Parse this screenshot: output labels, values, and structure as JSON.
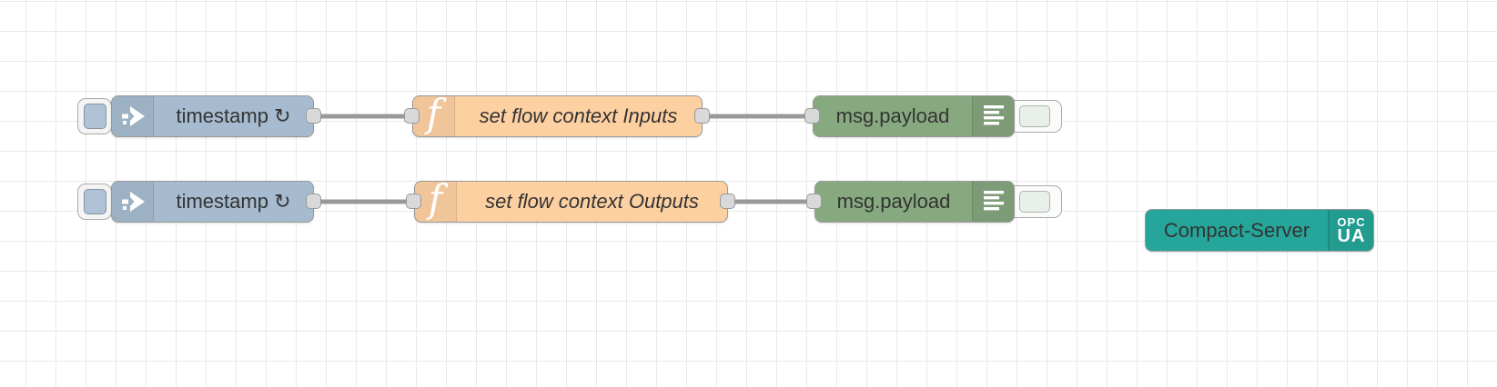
{
  "app": {
    "name": "Node-RED flow editor canvas"
  },
  "colors": {
    "inject_fill": "#a6bbcf",
    "function_fill": "#fdd0a2",
    "debug_fill": "#87a980",
    "opcua_fill": "#26a69a",
    "node_border": "#999999",
    "wire": "#999999",
    "port_fill": "#d9d9d9",
    "label_text": "#333333",
    "grid_line": "#e9e9e9"
  },
  "icons": {
    "inject_arrow": "inject-arrow-icon",
    "function_glyph": "f",
    "debug_lines": "debug-output-icon"
  },
  "flow": {
    "row1": {
      "inject": {
        "label": "timestamp ↻"
      },
      "function": {
        "label": "set flow context Inputs"
      },
      "debug": {
        "label": "msg.payload"
      }
    },
    "row2": {
      "inject": {
        "label": "timestamp ↻"
      },
      "function": {
        "label": "set flow context Outputs"
      },
      "debug": {
        "label": "msg.payload"
      }
    },
    "server": {
      "label": "Compact-Server",
      "badge_top": "OPC",
      "badge_bottom": "UA"
    }
  }
}
